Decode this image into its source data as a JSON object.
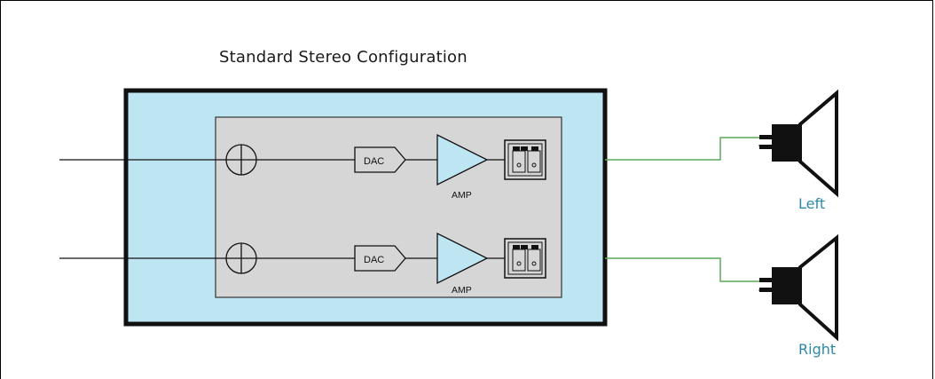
{
  "diagram": {
    "title": "Standard Stereo Configuration",
    "channels": [
      {
        "dac_label": "DAC",
        "amp_label": "AMP",
        "speaker_label": "Left"
      },
      {
        "dac_label": "DAC",
        "amp_label": "AMP",
        "speaker_label": "Right"
      }
    ]
  },
  "colors": {
    "enclosure_fill": "#bde5f2",
    "board_fill": "#d6d6d6",
    "speaker_wire": "#5aaa5a",
    "label_text": "#2a8aa8"
  }
}
